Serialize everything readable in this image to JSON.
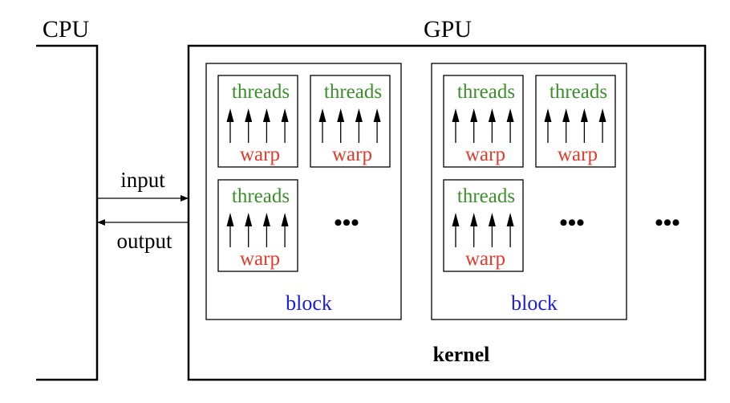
{
  "title_cpu": "CPU",
  "title_gpu": "GPU",
  "arrows": {
    "input": "input",
    "output": "output"
  },
  "kernel_label": "kernel",
  "colors": {
    "threads": "#3a8f2a",
    "warp": "#e23a2b",
    "block": "#1a1ae6",
    "stroke": "#000000"
  },
  "blocks": [
    {
      "label": "block",
      "warps": [
        {
          "threads_label": "threads",
          "warp_label": "warp",
          "thread_count": 4
        },
        {
          "threads_label": "threads",
          "warp_label": "warp",
          "thread_count": 4
        },
        {
          "threads_label": "threads",
          "warp_label": "warp",
          "thread_count": 4
        }
      ],
      "ellipsis": "•••"
    },
    {
      "label": "block",
      "warps": [
        {
          "threads_label": "threads",
          "warp_label": "warp",
          "thread_count": 4
        },
        {
          "threads_label": "threads",
          "warp_label": "warp",
          "thread_count": 4
        },
        {
          "threads_label": "threads",
          "warp_label": "warp",
          "thread_count": 4
        }
      ],
      "ellipsis": "•••"
    }
  ],
  "gpu_ellipsis": "•••"
}
